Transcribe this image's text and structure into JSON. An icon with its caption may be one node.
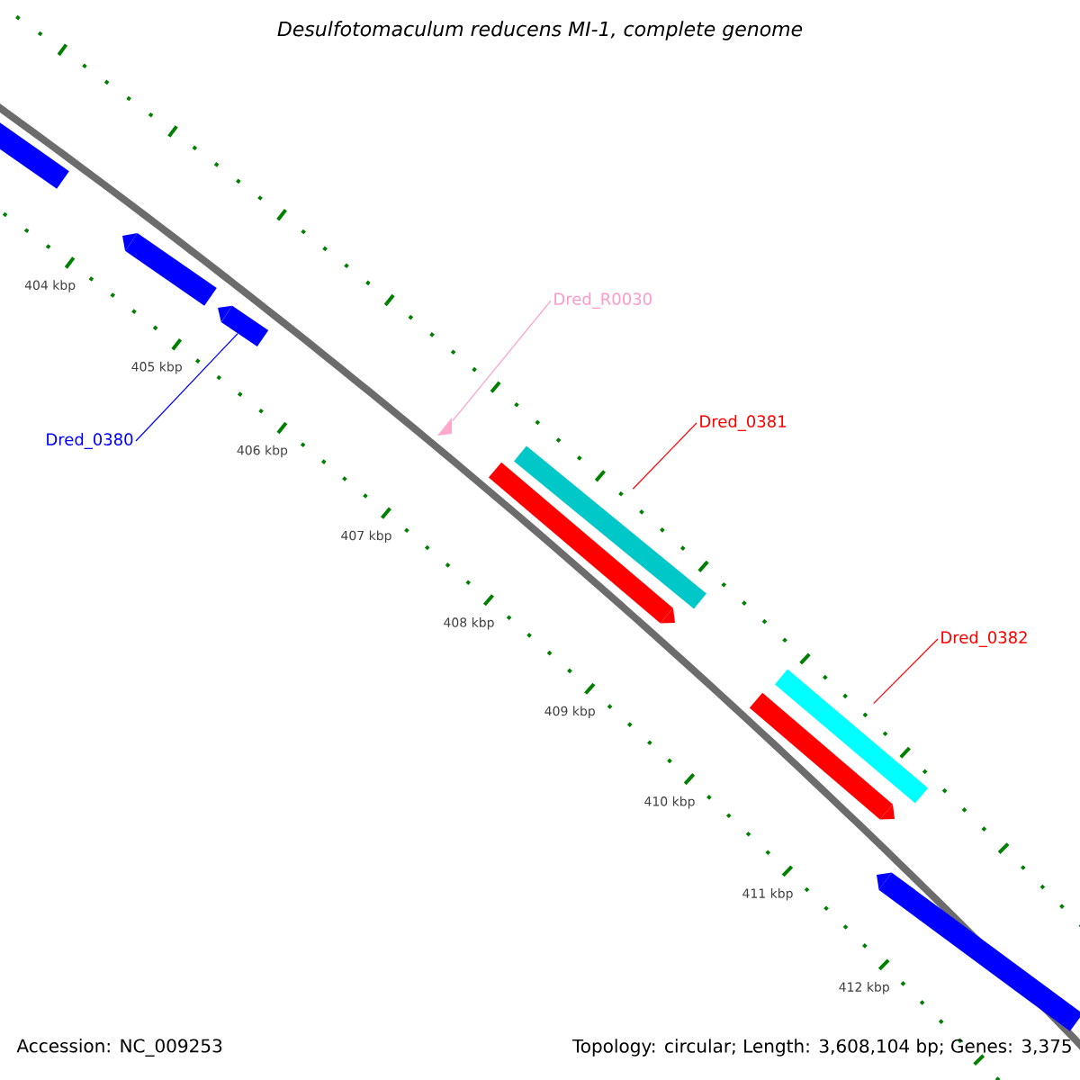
{
  "diagram": {
    "title": "Desulfotomaculum reducens MI-1, complete genome",
    "nodes": [
      {
        "text": [],
        "shape": "bar"
      },
      {
        "text": [],
        "shape": "arrow"
      },
      {
        "text": [],
        "shape": "arrow"
      },
      {
        "text": [],
        "shape": "triangle"
      },
      {
        "text": [],
        "shape": "arrow"
      },
      {
        "text": [],
        "shape": "bar"
      },
      {
        "text": [],
        "shape": "arrow"
      },
      {
        "text": [],
        "shape": "bar"
      },
      {
        "text": [],
        "shape": "arrow"
      },
      {
        "text": [
          "Dred_0380"
        ]
      },
      {
        "text": [
          "Dred_R0030"
        ]
      },
      {
        "text": [
          "Dred_0381"
        ]
      },
      {
        "text": [
          "Dred_0382"
        ]
      }
    ],
    "edges": [
      {
        "from": 9,
        "to": 2,
        "arrow": "none",
        "color": "#0000ff"
      },
      {
        "from": 10,
        "to": 3,
        "arrow": "none",
        "color": "#ff99cc"
      },
      {
        "from": 11,
        "to": 4,
        "arrow": "none"
      },
      {
        "from": 12,
        "to": 6,
        "arrow": "none"
      }
    ],
    "labels": [
      "404 kbp",
      "405 kbp",
      "406 kbp",
      "407 kbp",
      "408 kbp",
      "409 kbp",
      "410 kbp",
      "411 kbp",
      "412 kbp",
      "Accession: NC_009253",
      "Topology: circular; Length: 3,608,104 bp; Genes: 3,375"
    ]
  }
}
